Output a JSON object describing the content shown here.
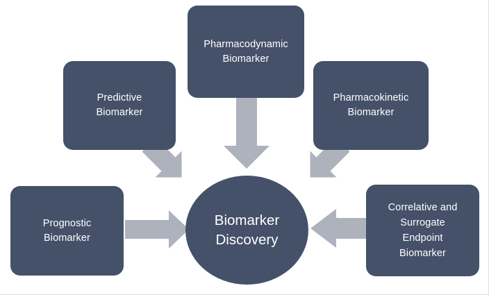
{
  "diagram": {
    "title": "Biomarker Discovery",
    "colors": {
      "node_fill": "#445169",
      "node_text": "#ffffff",
      "arrow_fill": "#aeb2bc",
      "background": "#ffffff",
      "canvas_border": "#dcdcdc"
    },
    "center": {
      "label": "Biomarker\nDiscovery",
      "shape": "circle"
    },
    "nodes": [
      {
        "id": "predictive",
        "label": "Predictive\nBiomarker",
        "shape": "rounded-rect"
      },
      {
        "id": "pharmacodynamic",
        "label": "Pharmacodynamic\nBiomarker",
        "shape": "rounded-rect"
      },
      {
        "id": "pharmacokinetic",
        "label": "Pharmacokinetic\nBiomarker",
        "shape": "rounded-rect"
      },
      {
        "id": "prognostic",
        "label": "Prognostic\nBiomarker",
        "shape": "rounded-rect"
      },
      {
        "id": "correlative",
        "label": "Correlative and\nSurrogate\nEndpoint\nBiomarker",
        "shape": "rounded-rect"
      }
    ],
    "arrows": [
      {
        "id": "predictive-to-center",
        "from": "predictive",
        "to": "center",
        "direction": "down-right"
      },
      {
        "id": "pharmacodynamic-to-center",
        "from": "pharmacodynamic",
        "to": "center",
        "direction": "down"
      },
      {
        "id": "pharmacokinetic-to-center",
        "from": "pharmacokinetic",
        "to": "center",
        "direction": "down-left"
      },
      {
        "id": "prognostic-to-center",
        "from": "prognostic",
        "to": "center",
        "direction": "right"
      },
      {
        "id": "correlative-to-center",
        "from": "correlative",
        "to": "center",
        "direction": "left"
      }
    ]
  }
}
